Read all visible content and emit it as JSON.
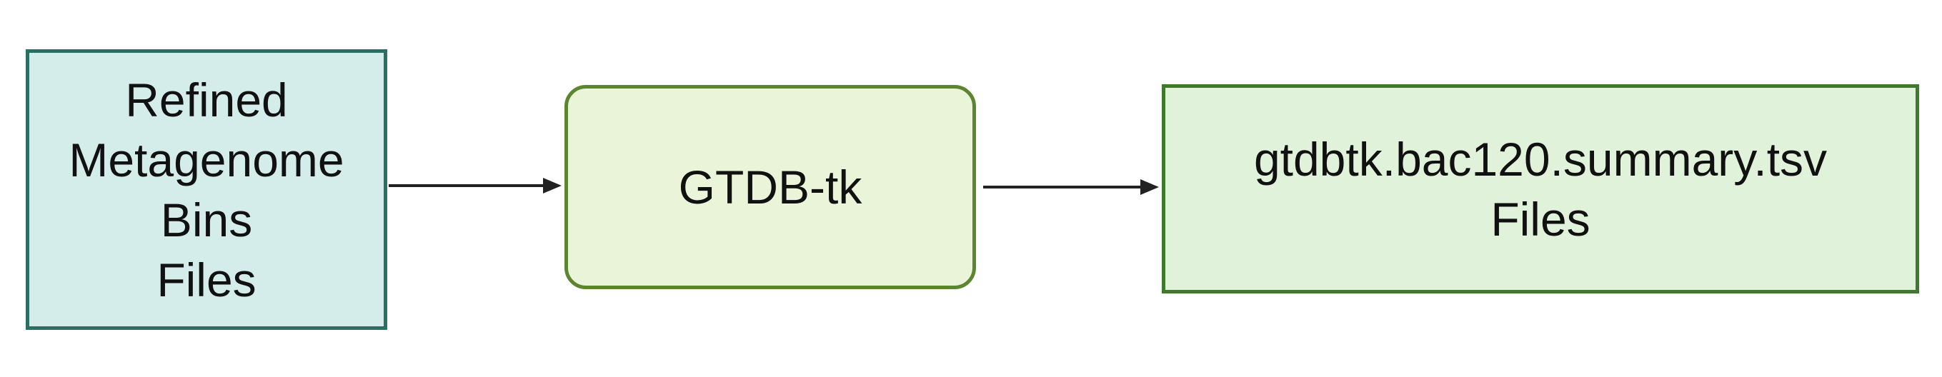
{
  "diagram": {
    "nodes": [
      {
        "id": "input",
        "lines": [
          "Refined",
          "Metagenome",
          "Bins",
          "Files"
        ]
      },
      {
        "id": "process",
        "lines": [
          "GTDB-tk"
        ]
      },
      {
        "id": "output",
        "lines": [
          "gtdbtk.bac120.summary.tsv",
          "Files"
        ]
      }
    ],
    "edges": [
      {
        "from": "input",
        "to": "process"
      },
      {
        "from": "process",
        "to": "output"
      }
    ],
    "colors": {
      "input_fill": "#d4ecea",
      "input_border": "#2b6f64",
      "process_fill": "#eaf4d9",
      "process_border": "#5c852f",
      "output_fill": "#e0f2da",
      "output_border": "#3d7a2c",
      "arrow": "#222222"
    }
  }
}
